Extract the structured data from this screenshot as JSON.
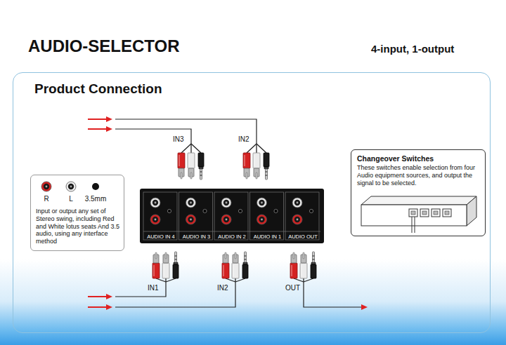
{
  "diagram": {
    "title": "AUDIO-SELECTOR",
    "nodes": [
      {
        "text": [
          "Product Connection"
        ]
      },
      {
        "text": [
          "R",
          "L",
          "3.5mm",
          "Input or output any set of Stereo swing, including Red and White lotus seats And 3.5 audio, using any interface method"
        ],
        "in": 0
      },
      {
        "text": [
          "AUDIO IN 4",
          "AUDIO IN 3",
          "AUDIO IN 2",
          "AUDIO IN 1",
          "AUDIO OUT"
        ],
        "in": 0
      },
      {
        "text": [
          "Changeover Switches",
          "These switches enable selection from four Audio equipment sources, and output the signal to be selected."
        ],
        "in": 0
      }
    ],
    "labels": [
      "4-input, 1-output",
      "IN3",
      "IN2",
      "IN1",
      "IN2",
      "OUT"
    ]
  }
}
